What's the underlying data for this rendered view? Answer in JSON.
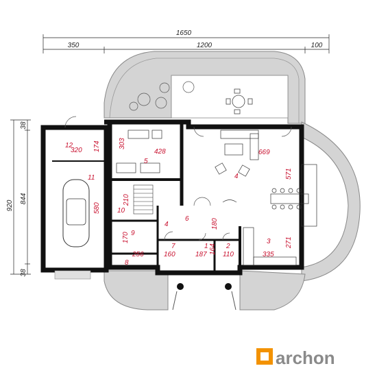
{
  "brand": {
    "name": "archon",
    "accent": "#f39200",
    "gray": "#8a8a8a"
  },
  "colors": {
    "wall": "#111111",
    "dim_text": "#222222",
    "room_text": "#c8102e",
    "terrace": "#cfcfcf"
  },
  "dimensions": {
    "top_total": "1650",
    "top_left": "350",
    "top_mid": "1200",
    "top_right": "100",
    "left_outer": "920",
    "left_inner": "844",
    "left_top": "38",
    "left_bottom": "38"
  },
  "rooms": [
    {
      "num": "12",
      "area": "320",
      "extra": "174"
    },
    {
      "num": "11",
      "area": "580"
    },
    {
      "num": "5",
      "area": "428",
      "extra": "303"
    },
    {
      "num": "4",
      "area": "669"
    },
    {
      "num": "10",
      "area": "210"
    },
    {
      "num": "6",
      "area": "180"
    },
    {
      "num": "4",
      "area": ""
    },
    {
      "num": "9",
      "area": "170"
    },
    {
      "num": "8",
      "area": "256"
    },
    {
      "num": "7",
      "area": "160"
    },
    {
      "num": "1",
      "area": "187",
      "extra": "164"
    },
    {
      "num": "2",
      "area": "110"
    },
    {
      "num": "3",
      "area": "335",
      "extra": "271"
    },
    {
      "num": "",
      "area": "571"
    }
  ]
}
